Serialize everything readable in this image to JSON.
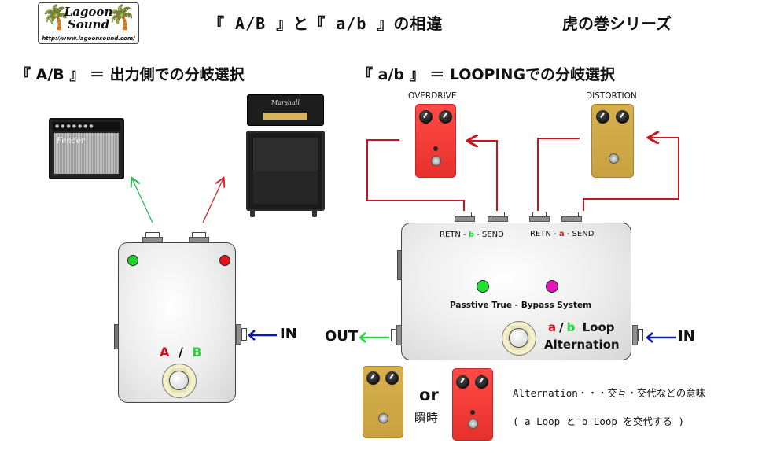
{
  "logo": {
    "line1": "Lagoon",
    "line2": "Sound",
    "url": "http://www.lagoonsound.com/",
    "icon": "palm-tree-icon"
  },
  "header": {
    "title": "『 A/B 』と『 a/b 』の相違",
    "series": "虎の巻シリーズ"
  },
  "left_section": {
    "heading": "『 A/B 』 ＝ 出力側での分岐選択",
    "amp_left": {
      "brand": "Fender",
      "type": "combo-amp"
    },
    "amp_right": {
      "brand": "Marshall",
      "type": "amp-head-and-cabinet"
    },
    "switch": {
      "label_a": "A",
      "label_sep": "/",
      "label_b": "B",
      "in_label": "IN",
      "led_left_color": "#1fd62a",
      "led_right_color": "#e3141a"
    },
    "arrow_colors": {
      "to_a": "#2db84b",
      "to_b": "#d8262a",
      "in": "#0a1aa8"
    }
  },
  "right_section": {
    "heading": "『 a/b 』 ＝ LOOPINGでの分岐選択",
    "pedal_b": {
      "name": "OVERDRIVE",
      "color": "#f03a36"
    },
    "pedal_a": {
      "name": "DISTORTION",
      "color": "#d1aa4a"
    },
    "switch": {
      "jack_b": {
        "left": "RETN - ",
        "mid": "b",
        "right": " - SEND"
      },
      "jack_a": {
        "left": "RETN - ",
        "mid": "a",
        "right": " - SEND"
      },
      "system_label": "Passtive True - Bypass System",
      "loop_a": "a",
      "loop_sep": "/",
      "loop_b": "b",
      "loop_word": "Loop",
      "alternation": "Alternation",
      "in_label": "IN",
      "out_label": "OUT",
      "led_left_color": "#1fe02e",
      "led_right_color": "#e314b8"
    },
    "wire_color": "#c6161c",
    "arrow_colors": {
      "out": "#22d43a",
      "in": "#0a1aa8"
    }
  },
  "bottom": {
    "or_label": "or",
    "instant_label": "瞬時",
    "note1": "Alternation・・・交互・交代などの意味",
    "note2": "( a Loop と b Loop を交代する )"
  }
}
